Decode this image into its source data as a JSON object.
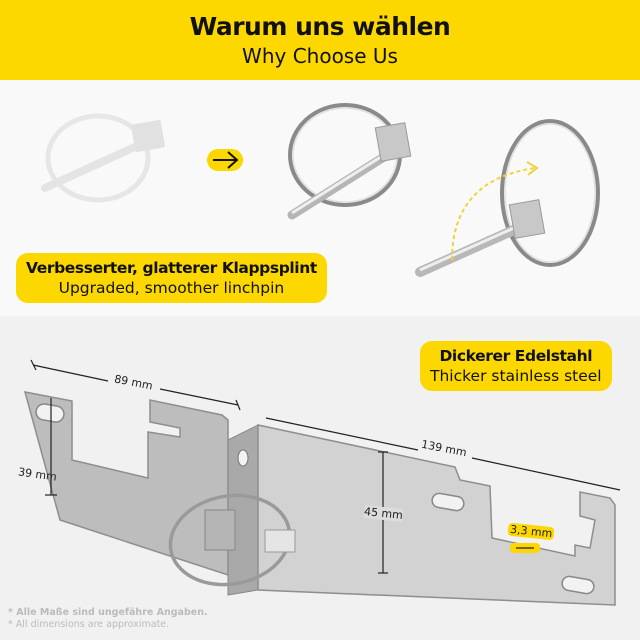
{
  "header": {
    "title_de": "Warum uns wählen",
    "title_en": "Why Choose Us"
  },
  "colors": {
    "accent": "#fcd800",
    "top_bg": "#f9f9f9",
    "bottom_bg": "#f1f1f1",
    "text": "#111111",
    "note": "#bbbbbb"
  },
  "linchpin_section": {
    "label_de": "Verbesserter, glatterer Klappsplint",
    "label_en": "Upgraded, smoother linchpin",
    "arrow_icon": "arrow-right-icon",
    "images": [
      "old-linchpin",
      "new-linchpin-closed",
      "new-linchpin-open"
    ]
  },
  "bracket_section": {
    "label_de": "Dickerer Edelstahl",
    "label_en": "Thicker stainless steel",
    "dimensions": {
      "width_small": "89 mm",
      "height_small": "39 mm",
      "width_large": "139 mm",
      "height_large": "45 mm",
      "thickness": "3,3 mm"
    }
  },
  "footnote": {
    "line_de": "* Alle Maße sind ungefähre Angaben.",
    "line_en": "* All dimensions are approximate."
  }
}
